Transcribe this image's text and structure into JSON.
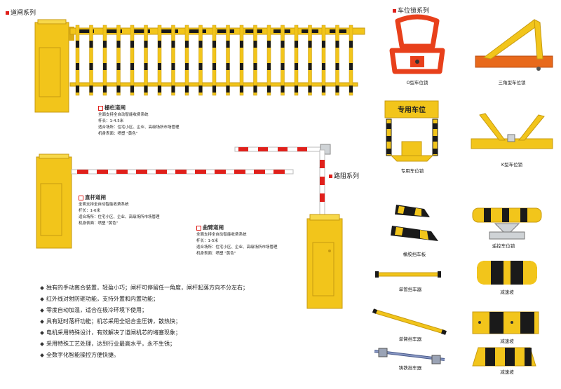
{
  "sections": {
    "gate": "道闸系列",
    "lock": "车位锁系列",
    "road": "路阻系列"
  },
  "fence_gate": {
    "name": "栅栏道闸",
    "lines": [
      "全面支持全自动智能收费系统",
      "杆长：1-4.5米",
      "适合场所：住宅小区、企业、高级场所市场管理",
      "机身表面：喷塑 \"黄色\""
    ]
  },
  "straight_gate": {
    "name": "直杆道闸",
    "lines": [
      "全面支持全自动智能收费系统",
      "杆长：1-6米",
      "适合场所：住宅小区、企业、高级场所市场管理",
      "机身表面：喷塑 \"黄色\""
    ]
  },
  "folding_gate": {
    "name": "曲臂道闸",
    "lines": [
      "全面支持全自动智能收费系统",
      "杆长：1-5米",
      "适合场所：住宅小区、企业、高级场所市场管理",
      "机身表面：喷塑 \"黄色\""
    ]
  },
  "features": [
    "独有的手动离合装置，轻盈小巧；闸杆可停留任一角度，闸杆起落方向不分左右；",
    "红外线对射防砸功能，支持外置和内置功能；",
    "零度自动加温，适合在极冷环境下使用；",
    "具有延时落杆功能；机芯采用全铝合金压铸，散热快；",
    "电机采用特殊设计，有效解决了道闸机芯的堵塞现象；",
    "采用特殊工艺处理，达到行业最高水平，永不生锈；",
    "全数字化智能操控方便快捷。"
  ],
  "products": {
    "o_lock": "O型车位锁",
    "tri_lock": "三角型车位锁",
    "dedicated_lock": "专用车位锁",
    "dedicated_sign": "专用车位",
    "k_lock": "K型车位锁",
    "rubber_stop": "橡胶挡车板",
    "remote_lock": "遥控车位锁",
    "single_bar": "单管挡车器",
    "speed_bump_1": "减速坡",
    "double_bar": "单臂挡车器",
    "speed_bump_2": "减速坡",
    "steel_bar": "铸铁挡车器",
    "speed_bump_3": "减速坡"
  },
  "colors": {
    "yellow": "#f2c51b",
    "red": "#e0201b",
    "black": "#1a1a1a"
  }
}
